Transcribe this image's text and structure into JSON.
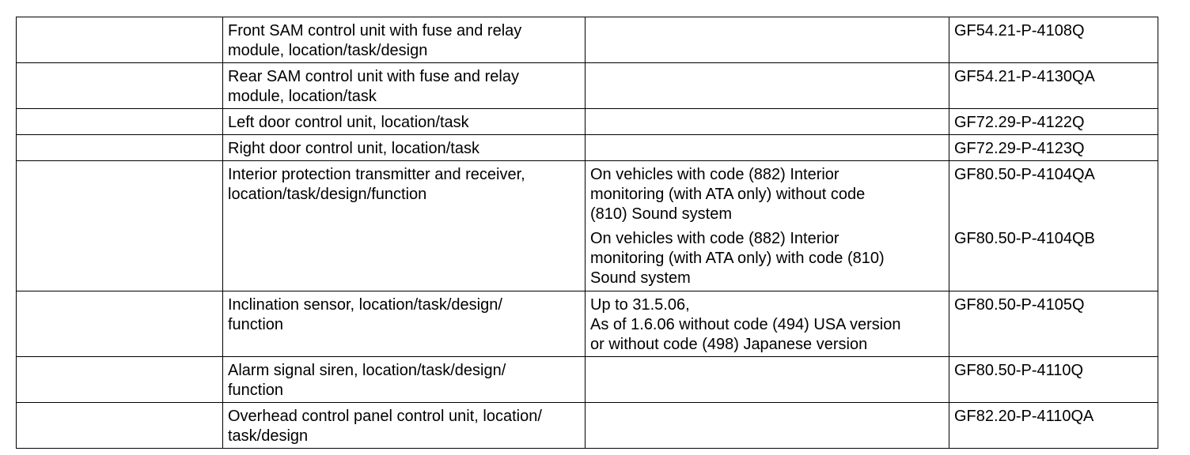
{
  "rows": [
    {
      "description": "Front SAM control unit with fuse and relay\nmodule, location/task/design",
      "conditions": [],
      "refs": [
        "GF54.21-P-4108Q"
      ]
    },
    {
      "description": "Rear SAM control unit with fuse and relay\nmodule, location/task",
      "conditions": [],
      "refs": [
        "GF54.21-P-4130QA"
      ]
    },
    {
      "description": "Left door control unit, location/task",
      "conditions": [],
      "refs": [
        "GF72.29-P-4122Q"
      ]
    },
    {
      "description": "Right door control unit, location/task",
      "conditions": [],
      "refs": [
        "GF72.29-P-4123Q"
      ]
    },
    {
      "description": "Interior protection transmitter and receiver,\nlocation/task/design/function",
      "conditions": [
        "On vehicles with code (882) Interior\nmonitoring (with ATA only) without code\n(810) Sound system",
        "On vehicles with code (882) Interior\nmonitoring (with ATA only) with code (810)\nSound system"
      ],
      "refs": [
        "GF80.50-P-4104QA",
        "GF80.50-P-4104QB"
      ]
    },
    {
      "description": "Inclination sensor, location/task/design/\nfunction",
      "conditions": [
        "Up to 31.5.06,\nAs of 1.6.06 without code (494) USA version\nor without code (498) Japanese version"
      ],
      "refs": [
        "GF80.50-P-4105Q"
      ]
    },
    {
      "description": "Alarm signal siren, location/task/design/\nfunction",
      "conditions": [],
      "refs": [
        "GF80.50-P-4110Q"
      ]
    },
    {
      "description": "Overhead control panel control unit, location/\ntask/design",
      "conditions": [],
      "refs": [
        "GF82.20-P-4110QA"
      ]
    }
  ]
}
